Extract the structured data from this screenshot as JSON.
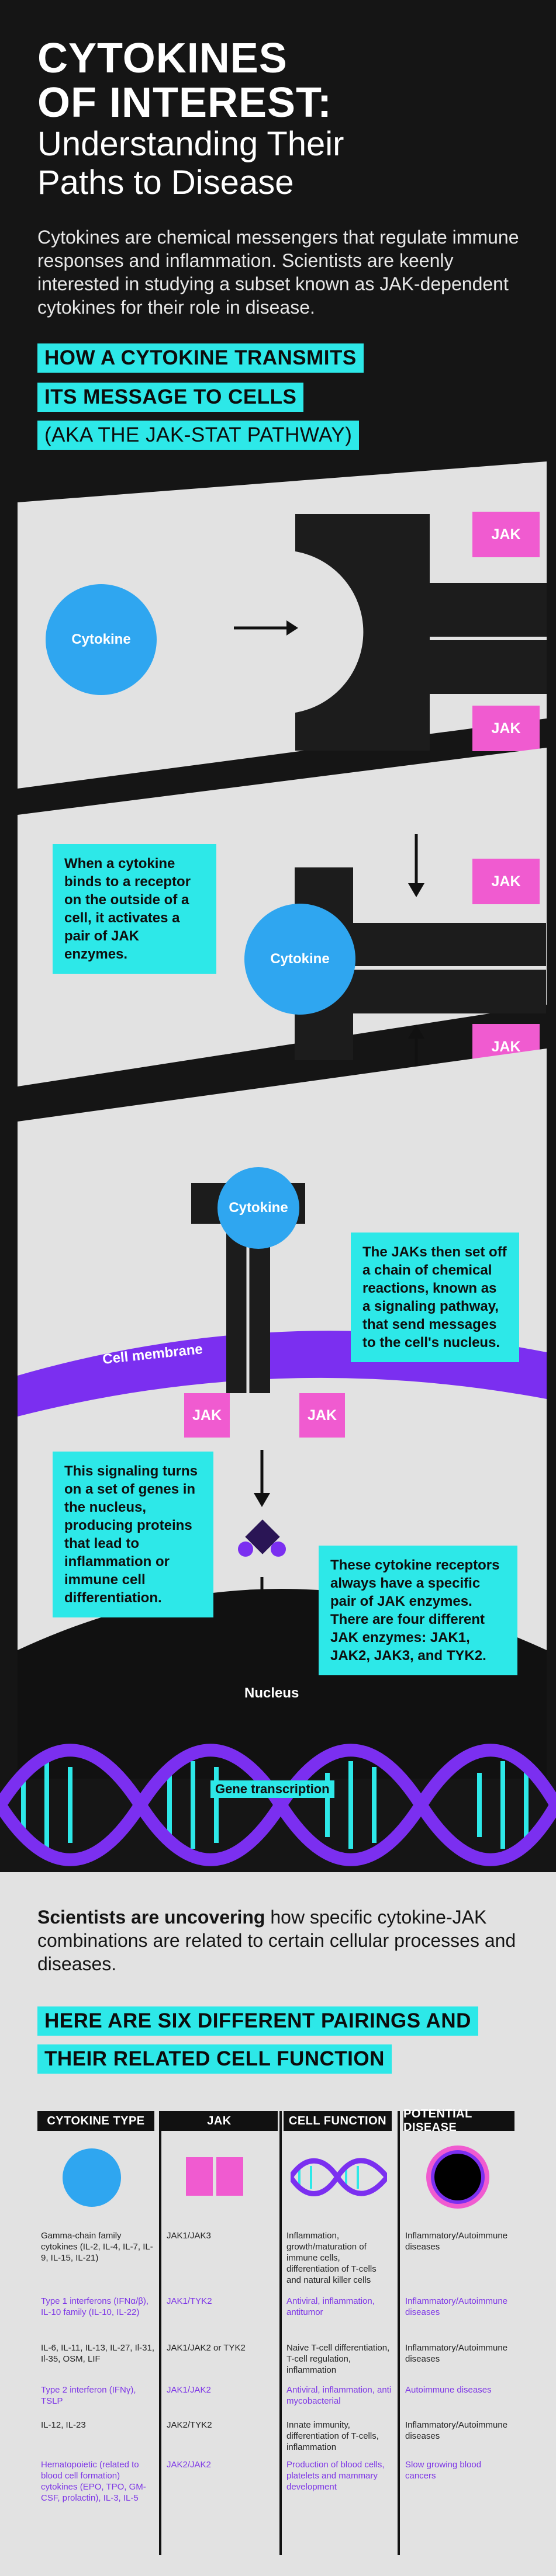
{
  "header": {
    "title_line1": "CYTOKINES",
    "title_line2": "OF INTEREST:",
    "subtitle_line1": "Understanding Their",
    "subtitle_line2": "Paths to Disease",
    "intro": "Cytokines are chemical messengers that regulate immune responses and inflammation. Scientists are keenly interested in studying a subset known as JAK-dependent cytokines for their role in disease."
  },
  "section1": {
    "line1": "HOW A CYTOKINE TRANSMITS",
    "line2": "ITS MESSAGE TO CELLS",
    "line3": "(AKA THE JAK-STAT PATHWAY)"
  },
  "labels": {
    "cytokine": "Cytokine",
    "jak": "JAK",
    "cell_membrane": "Cell membrane",
    "nucleus": "Nucleus",
    "gene_transcription": "Gene transcription"
  },
  "notes": {
    "binds": "When a cytokine binds to a receptor on the outside of a cell, it activates a pair of JAK enzymes.",
    "jaks_chain": "The JAKs then set off a chain of chemical reactions, known as a signaling pathway, that send messages to the cell's nucleus.",
    "signaling": "This signaling turns on a set of genes in the nucleus, producing proteins that lead to inflammation or immune cell differentiation.",
    "receptors": "These cytokine receptors always have a specific pair of JAK enzymes. There are four different JAK enzymes: JAK1, JAK2, JAK3, and TYK2."
  },
  "bottom": {
    "sci_bold": "Scientists are uncovering",
    "sci_rest": " how specific cytokine-JAK combinations are related to certain cellular processes and diseases.",
    "pairings_line1": "HERE ARE SIX DIFFERENT PAIRINGS AND",
    "pairings_line2": "THEIR RELATED CELL FUNCTION"
  },
  "table": {
    "headers": [
      "CYTOKINE TYPE",
      "JAK",
      "CELL FUNCTION",
      "POTENTIAL DISEASE"
    ],
    "rows": [
      {
        "cytokine": "Gamma-chain family cytokines (IL-2, IL-4, IL-7, IL-9, IL-15, IL-21)",
        "jak": "JAK1/JAK3",
        "function": "Inflammation, growth/maturation of immune cells, differentiation of T-cells and natural killer cells",
        "disease": "Inflammatory/Autoimmune diseases",
        "style": "k"
      },
      {
        "cytokine": "Type 1 interferons (IFNα/β), IL-10 family (IL-10, IL-22)",
        "jak": "JAK1/TYK2",
        "function": "Antiviral, inflammation, antitumor",
        "disease": "Inflammatory/Autoimmune diseases",
        "style": "p"
      },
      {
        "cytokine": "IL-6, IL-11, IL-13, IL-27, Il-31, Il-35, OSM, LIF",
        "jak": "JAK1/JAK2 or TYK2",
        "function": "Naive T-cell differentiation, T-cell regulation, inflammation",
        "disease": "Inflammatory/Autoimmune diseases",
        "style": "k"
      },
      {
        "cytokine": "Type 2 interferon (IFNγ), TSLP",
        "jak": "JAK1/JAK2",
        "function": "Antiviral, inflammation, anti mycobacterial",
        "disease": "Autoimmune diseases",
        "style": "p"
      },
      {
        "cytokine": "IL-12, IL-23",
        "jak": "JAK2/TYK2",
        "function": "Innate immunity, differentiation of T-cells, inflammation",
        "disease": "Inflammatory/Autoimmune diseases",
        "style": "k"
      },
      {
        "cytokine": "Hematopoietic (related to blood cell formation) cytokines (EPO, TPO, GM-CSF, prolactin), IL-3, IL-5",
        "jak": "JAK2/JAK2",
        "function": "Production of blood cells, platelets and mammary development",
        "disease": "Slow growing blood cancers",
        "style": "p"
      }
    ]
  },
  "colors": {
    "background": "#151515",
    "accent_cyan": "#2de8e8",
    "jak_pink": "#f05bd0",
    "cytokine_blue": "#2fa6f0",
    "membrane_purple": "#7b2ff0",
    "panel_gray": "#e2e2e2"
  }
}
